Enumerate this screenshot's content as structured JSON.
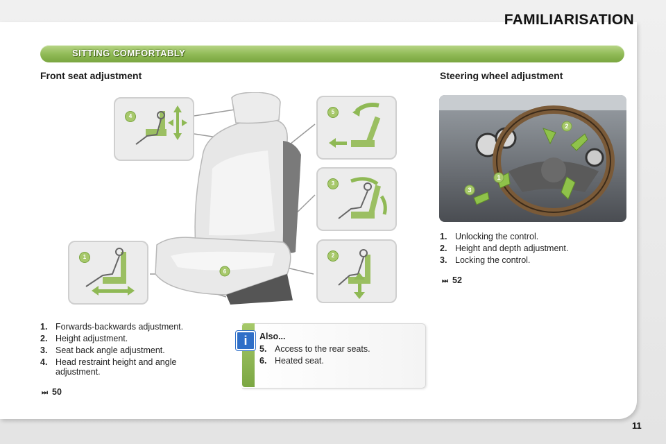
{
  "header": {
    "chapter_title": "FAMILIARISATION",
    "section_title": "SITTING COMFORTABLY"
  },
  "front_seat": {
    "heading": "Front seat adjustment",
    "callouts": [
      "1",
      "2",
      "3",
      "4",
      "5",
      "6"
    ],
    "items": [
      {
        "num": "1.",
        "text": "Forwards-backwards adjustment."
      },
      {
        "num": "2.",
        "text": "Height adjustment."
      },
      {
        "num": "3.",
        "text": "Seat back angle adjustment."
      },
      {
        "num": "4.",
        "text": "Head restraint height and angle adjustment."
      }
    ],
    "ref": "50"
  },
  "info_box": {
    "icon": "i",
    "title": "Also...",
    "items": [
      {
        "num": "5.",
        "text": "Access to the rear seats."
      },
      {
        "num": "6.",
        "text": "Heated seat."
      }
    ]
  },
  "steering": {
    "heading": "Steering wheel adjustment",
    "callouts": [
      "1",
      "2",
      "3"
    ],
    "items": [
      {
        "num": "1.",
        "text": "Unlocking the control."
      },
      {
        "num": "2.",
        "text": "Height and depth adjustment."
      },
      {
        "num": "3.",
        "text": "Locking the control."
      }
    ],
    "ref": "52"
  },
  "ref_icon": "ref-arrow-icon",
  "page_number": "11",
  "colors": {
    "accent_green": "#8fb955",
    "info_blue": "#2f6fc8"
  }
}
